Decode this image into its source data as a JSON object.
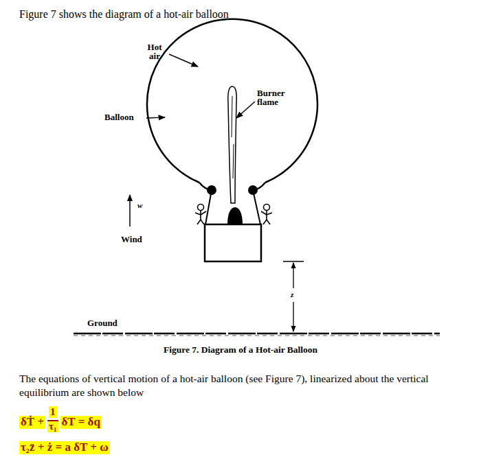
{
  "diagram": {
    "title": "Figure 7 shows the diagram of a hot-air balloon",
    "caption": "Figure 7. Diagram of a Hot-air Balloon",
    "labels": [
      "Hot air",
      "Burner flame",
      "Balloon",
      "w",
      "Wind",
      "Ground",
      "z",
      "The equations of vertical motion of a hot-air balloon (see Figure 7), linearized about the vertical equilibrium are shown below",
      "δṪ +",
      "1",
      "τ₁",
      "δT = δq",
      "τ₂z̈ + ż = a δT + ω"
    ]
  }
}
